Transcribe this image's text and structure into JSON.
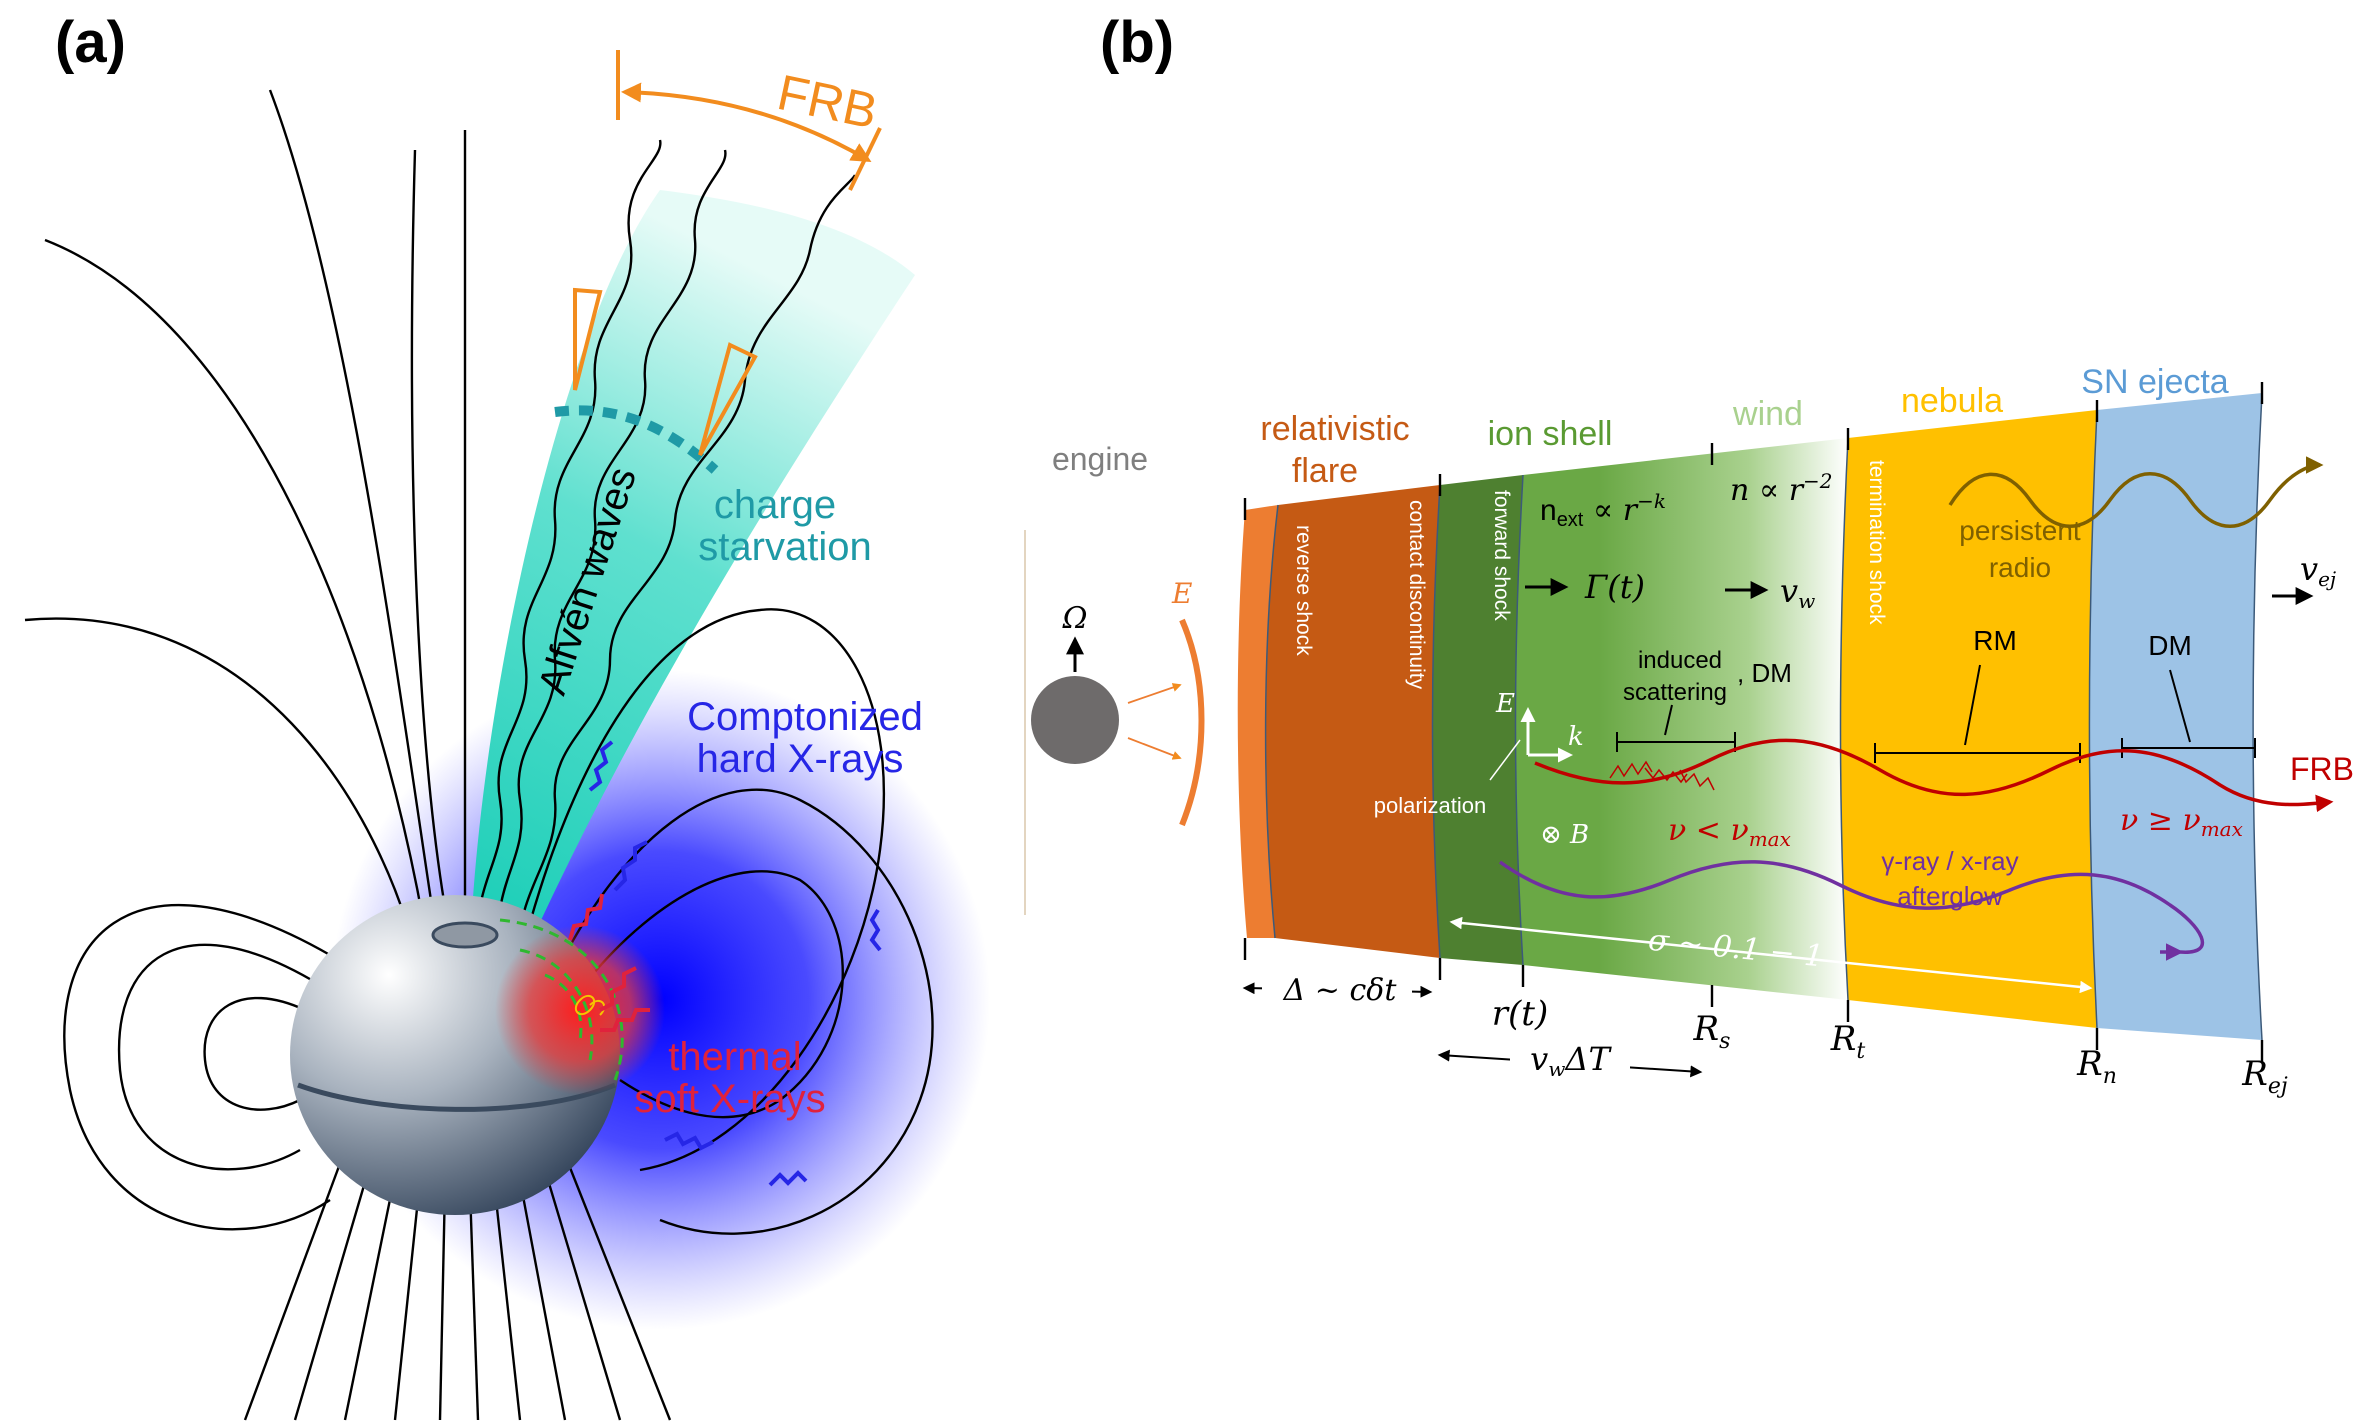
{
  "panel_a": {
    "label": "(a)",
    "frb": "FRB",
    "charge_starvation": [
      "charge",
      "starvation"
    ],
    "alfven_waves": "Alfvén waves",
    "comptonized": [
      "Comptonized",
      "hard X-rays"
    ],
    "thermal": [
      "thermal",
      "soft X-rays"
    ],
    "colors": {
      "frb": "#f28c1e",
      "charge": "#1f9aa6",
      "comptonized": "#2626e6",
      "thermal": "#e0223c",
      "alfven_fill": "#2fd6c0"
    }
  },
  "panel_b": {
    "label": "(b)",
    "engine": "engine",
    "omega": "Ω",
    "E": "E",
    "regions": {
      "relativistic_flare": [
        "relativistic",
        "flare"
      ],
      "ion_shell": "ion shell",
      "wind": "wind",
      "nebula": "nebula",
      "sn_ejecta": "SN ejecta"
    },
    "vertical_labels": {
      "reverse_shock": "reverse shock",
      "contact_discontinuity": "contact discontinuity",
      "forward_shock": "forward shock",
      "termination_shock": "termination shock"
    },
    "n_ext": "n",
    "n_ext_sub": "ext",
    "n_ext_rel": " ∝ r",
    "n_ext_exp": "−k",
    "n_wind": "n ∝ r",
    "n_wind_exp": "−2",
    "gamma": "Γ(t)",
    "v_w": "v",
    "v_w_sub": "w",
    "v_ej": "v",
    "v_ej_sub": "ej",
    "persistent_radio": [
      "persistent",
      "radio"
    ],
    "induced_scattering": [
      "induced",
      "scattering"
    ],
    "dm1": ", DM",
    "rm": "RM",
    "dm2": "DM",
    "frb": "FRB",
    "E_vec": "E",
    "k_vec": "k",
    "B_vec": "⊗ B",
    "polarization": "polarization",
    "nu_lt": "ν < ν",
    "nu_ge": "ν  ≥  ν",
    "nu_sub": "max",
    "afterglow": [
      "γ-ray / x-ray",
      "afterglow"
    ],
    "sigma": "σ ~ 0.1 − 1",
    "delta": "Δ ~ cδt",
    "rt": "r(t)",
    "vwdT": "v",
    "vwdT_sub": "w",
    "vwdT_rest": "ΔT",
    "radii": [
      {
        "main": "R",
        "sub": "s"
      },
      {
        "main": "R",
        "sub": "t"
      },
      {
        "main": "R",
        "sub": "n"
      },
      {
        "main": "R",
        "sub": "ej"
      }
    ],
    "colors": {
      "flare": "#c55a14",
      "flare_edge": "#ed7d31",
      "ion_dark": "#4e8030",
      "ion": "#6aa845",
      "nebula": "#ffc000",
      "ejecta": "#9dc3e6",
      "frb_line": "#c00000",
      "afterglow": "#7030a0",
      "radio_wave": "#7f6000",
      "engine": "#6e6b6b",
      "text_flare": "#c55a14",
      "text_ion": "#5a9a32",
      "text_wind": "#a9d18e",
      "text_nebula": "#ffc000",
      "text_sn": "#5b9bd5",
      "text_engine": "#7f7f7f",
      "text_radio": "#7f6000"
    }
  }
}
